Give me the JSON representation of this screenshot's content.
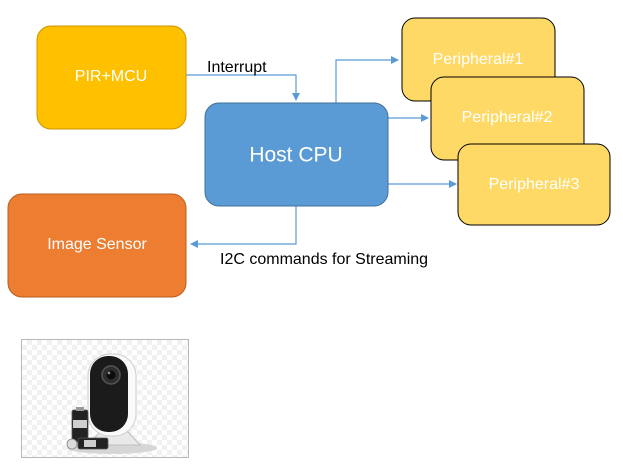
{
  "nodes": {
    "pir_mcu": {
      "label": "PIR+MCU",
      "fill": "#FFC000"
    },
    "host_cpu": {
      "label": "Host CPU",
      "fill": "#5B9BD5"
    },
    "image_sensor": {
      "label": "Image Sensor",
      "fill": "#ED7D31"
    },
    "peripheral_1": {
      "label": "Peripheral#1",
      "fill": "#FFD966"
    },
    "peripheral_2": {
      "label": "Peripheral#2",
      "fill": "#FFD966"
    },
    "peripheral_3": {
      "label": "Peripheral#3",
      "fill": "#FFD966"
    }
  },
  "edges": {
    "interrupt": {
      "label": "Interrupt"
    },
    "i2c": {
      "label": "I2C commands for Streaming"
    }
  },
  "photo": {
    "subject": "security-camera-with-battery"
  },
  "colors": {
    "connector": "#5B9BD5",
    "peripheral_text": "#ffffff",
    "box_text": "#ffffff",
    "edge_text": "#000000"
  }
}
